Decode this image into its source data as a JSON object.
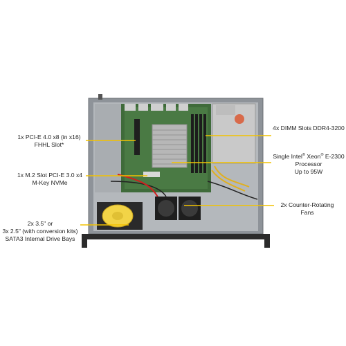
{
  "colors": {
    "callout": "#f2c200",
    "chassis": "#9aa0a6",
    "board": "#3f6b3a",
    "heatsink": "#b7b7b7",
    "psu": "#c9c9c9",
    "drive": "#f2d447"
  },
  "labels": {
    "pcie_line1": "1x PCI-E 4.0 x8 (in x16)",
    "pcie_line2": "FHHL Slot*",
    "m2_line1": "1x M.2 Slot PCI-E 3.0 x4",
    "m2_line2": "M-Key NVMe",
    "bays_line1": "2x 3.5\" or",
    "bays_line2": "3x 2.5\" (with conversion kits)",
    "bays_line3": "SATA3 Internal Drive Bays",
    "dimm_line1": "4x DIMM Slots DDR4-3200",
    "cpu_line1_a": "Single Intel",
    "cpu_reg1": "®",
    "cpu_line1_b": " Xeon",
    "cpu_reg2": "®",
    "cpu_line1_c": " E-2300",
    "cpu_line2": "Processor",
    "cpu_line3": "Up to 95W",
    "fans_line1": "2x Counter-Rotating",
    "fans_line2": "Fans"
  }
}
